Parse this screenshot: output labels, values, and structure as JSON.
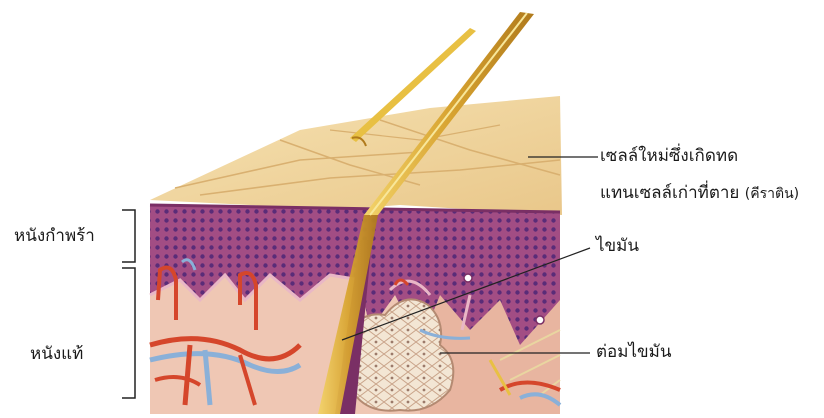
{
  "labels": {
    "new_cells_line1": "เซลล์ใหม่ซึ่งเกิดทด",
    "new_cells_line2": "แทนเซลล์เก่าที่ตาย",
    "new_cells_paren": "(คีราติน)",
    "epidermis": "หนังกำพร้า",
    "sebum": "ไขมัน",
    "dermis": "หนังแท้",
    "sebaceous_gland": "ต่อมไขมัน"
  },
  "colors": {
    "surface_tan": "#f1d59c",
    "epidermis_purple": "#a24d84",
    "dermis_pink": "#efc7b4",
    "hair_yellow": "#d8a431",
    "gland_cream": "#f3e6d4",
    "artery_red": "#d5462b",
    "vein_blue": "#8ab0d8"
  }
}
